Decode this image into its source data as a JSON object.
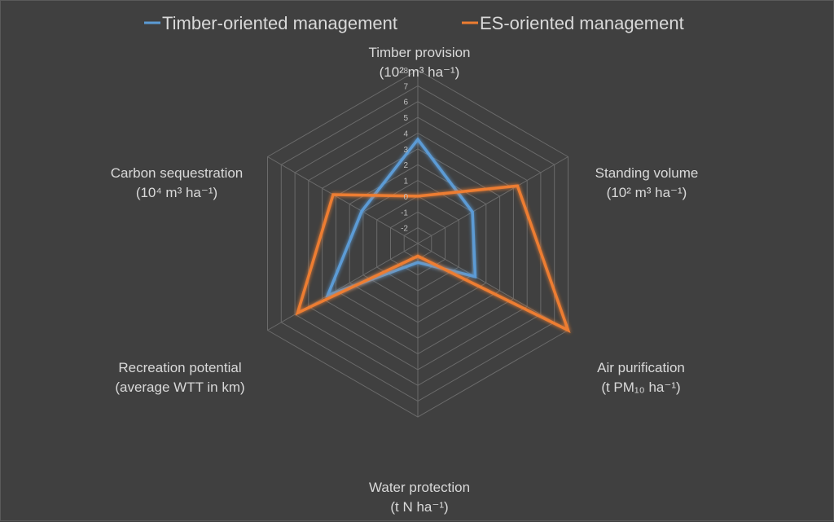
{
  "chart_data": {
    "type": "radar",
    "axes": [
      {
        "name": "Timber provision",
        "unit": "(10² m³ ha⁻¹)"
      },
      {
        "name": "Standing volume",
        "unit": "(10² m³ ha⁻¹)"
      },
      {
        "name": "Air purification",
        "unit": "(t PM₁₀ ha⁻¹)"
      },
      {
        "name": "Water protection",
        "unit": "(t N ha⁻¹)"
      },
      {
        "name": "Recreation potential",
        "unit": "(average WTT in km)"
      },
      {
        "name": "Carbon sequestration",
        "unit": "(10⁴ m³ ha⁻¹)"
      }
    ],
    "tick_values": [
      -2,
      -1,
      0,
      1,
      2,
      3,
      4,
      5,
      6,
      7,
      8
    ],
    "tick_labels": [
      "-2",
      "-1",
      "0",
      "1",
      "2",
      "3",
      "4",
      "5",
      "6",
      "7",
      "8"
    ],
    "rmin": -3,
    "rmax": 8,
    "series": [
      {
        "name": "Timber-oriented management",
        "color": "#5b9bd5",
        "values": [
          3.6,
          1.0,
          1.2,
          -1.8,
          3.6,
          1.1
        ]
      },
      {
        "name": "ES-oriented management",
        "color": "#ed7d31",
        "values": [
          0.0,
          4.3,
          8.0,
          -2.2,
          5.8,
          3.2
        ]
      }
    ],
    "legend_position": "top",
    "grid": true
  }
}
